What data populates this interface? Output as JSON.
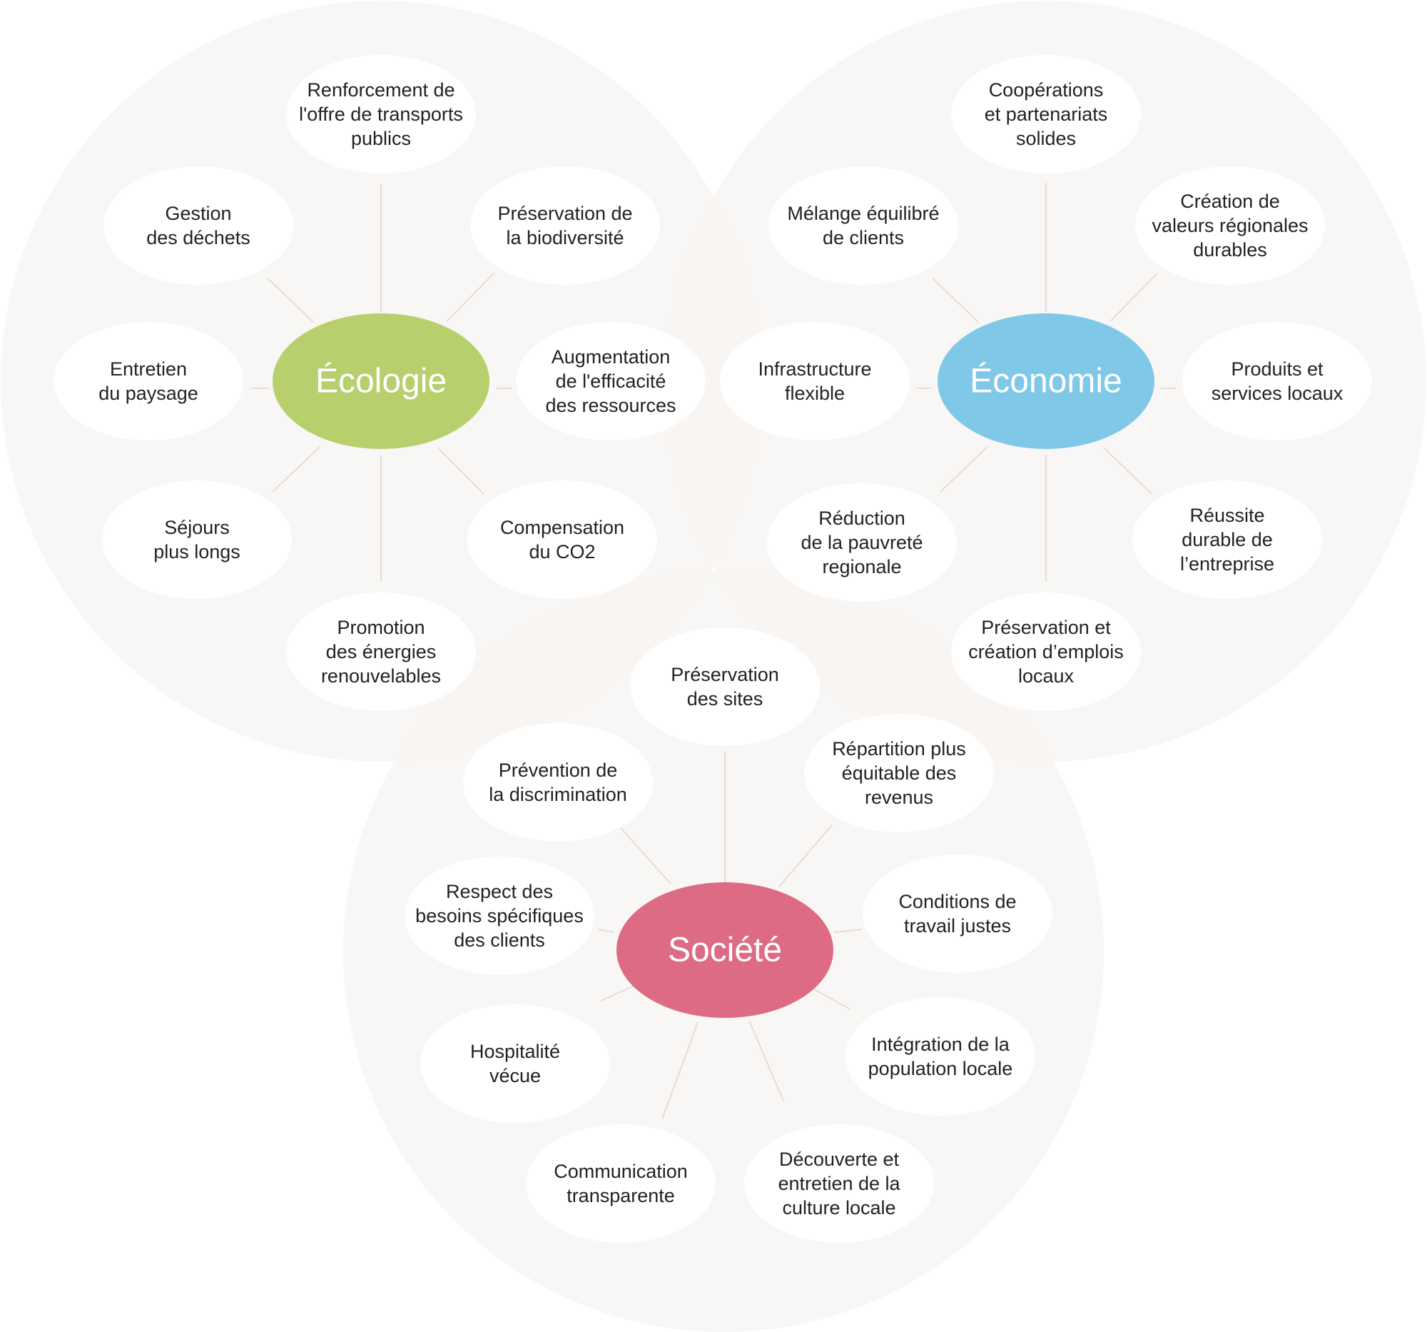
{
  "clusters": [
    {
      "id": "ecologie",
      "label": "Écologie",
      "color": "#b8cf6e",
      "items": [
        [
          "Renforcement de",
          "l'offre de transports",
          "publics"
        ],
        [
          "Préservation de",
          "la biodiversité"
        ],
        [
          "Augmentation",
          "de l'efficacité",
          "des ressources"
        ],
        [
          "Compensation",
          "du CO2"
        ],
        [
          "Promotion",
          "des énergies",
          "renouvelables"
        ],
        [
          "Séjours",
          "plus longs"
        ],
        [
          "Entretien",
          "du paysage"
        ],
        [
          "Gestion",
          "des déchets"
        ]
      ]
    },
    {
      "id": "economie",
      "label": "Économie",
      "color": "#80c8e8",
      "items": [
        [
          "Coopérations",
          "et partenariats",
          "solides"
        ],
        [
          "Création de",
          "valeurs régionales",
          "durables"
        ],
        [
          "Produits et",
          "services locaux"
        ],
        [
          "Réussite",
          "durable de",
          "l’entreprise"
        ],
        [
          "Préservation et",
          "création d’emplois",
          "locaux"
        ],
        [
          "Réduction",
          "de la pauvreté",
          "regionale"
        ],
        [
          "Infrastructure",
          "flexible"
        ],
        [
          "Mélange équilibré",
          "de clients"
        ]
      ]
    },
    {
      "id": "societe",
      "label": "Société",
      "color": "#de6b84",
      "items": [
        [
          "Préservation",
          "des sites"
        ],
        [
          "Répartition plus",
          "équitable des",
          "revenus"
        ],
        [
          "Conditions de",
          "travail justes"
        ],
        [
          "Intégration de la",
          "population locale"
        ],
        [
          "Découverte et",
          "entretien de la",
          "culture locale"
        ],
        [
          "Communication",
          "transparente"
        ],
        [
          "Hospitalité",
          "vécue"
        ],
        [
          "Respect des",
          "besoins spécifiques",
          "des clients"
        ],
        [
          "Prévention de",
          "la discrimination"
        ]
      ]
    }
  ],
  "background_circle_color": "#f7f4f1"
}
